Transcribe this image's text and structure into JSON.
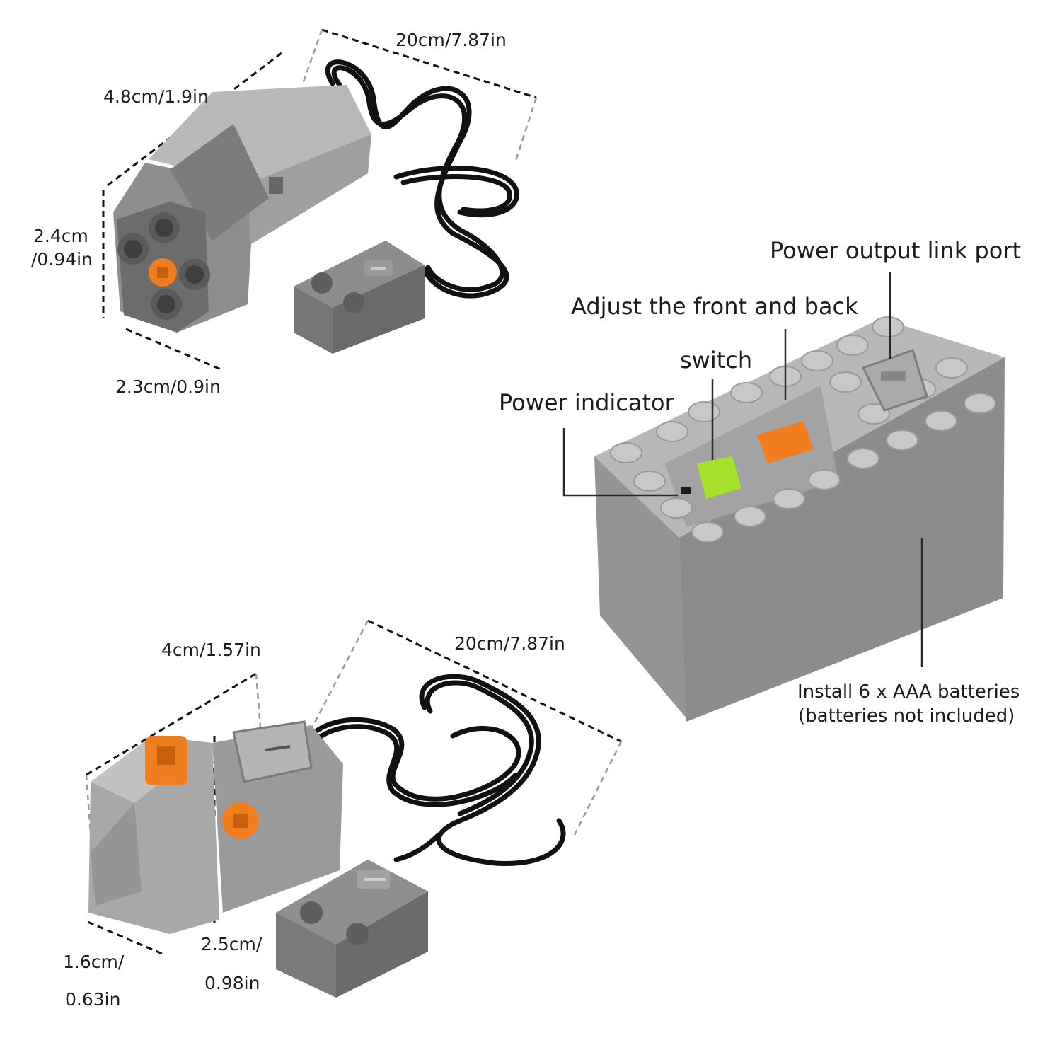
{
  "colors": {
    "grey_light": "#a9a9a9",
    "grey_mid": "#8d8d8d",
    "grey_dark": "#6f6f6f",
    "cable": "#111111",
    "orange": "#f07d1e",
    "lime": "#a6e22a"
  },
  "motor": {
    "dims": {
      "cable_length": "20cm/7.87in",
      "length": "4.8cm/1.9in",
      "height_line1": "2.4cm",
      "height_line2": "/0.94in",
      "width": "2.3cm/0.9in"
    }
  },
  "battery_box": {
    "callouts": {
      "output_port": "Power output link port",
      "direction_switch": "Adjust the front and back",
      "switch": "switch",
      "power_indicator": "Power indicator"
    },
    "note_line1": "Install 6 x AAA batteries",
    "note_line2": "(batteries not included)"
  },
  "light": {
    "dims": {
      "width": "4cm/1.57in",
      "cable_length": "20cm/7.87in",
      "depth_line1": "1.6cm/",
      "depth_line2": "0.63in",
      "height_line1": "2.5cm/",
      "height_line2": "0.98in"
    }
  }
}
